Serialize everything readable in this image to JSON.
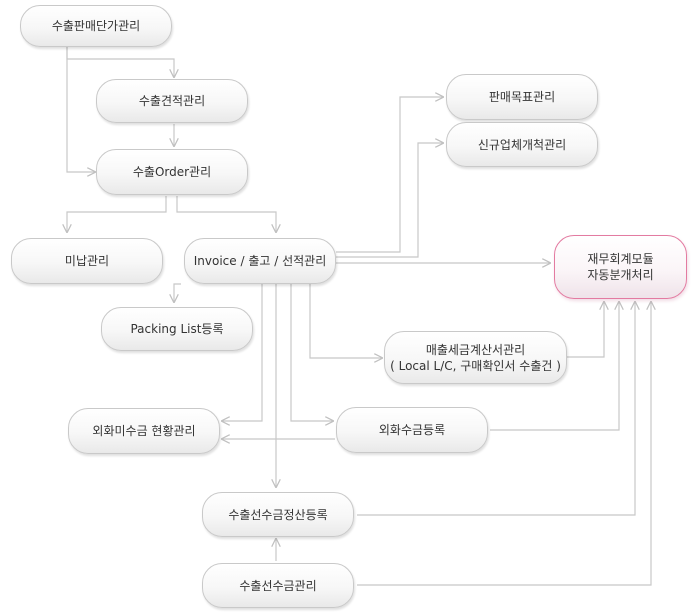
{
  "nodes": {
    "export_sales_price": "수출판매단가관리",
    "export_quote": "수출견적관리",
    "export_order": "수출Order관리",
    "undelivered": "미납관리",
    "invoice": "Invoice / 출고 / 선적관리",
    "packing_list": "Packing List등록",
    "sales_target": "판매목표관리",
    "new_company": "신규업체개척관리",
    "accounting_line1": "재무회계모듈",
    "accounting_line2": "자동분개처리",
    "tax_invoice_line1": "매출세금계산서관리",
    "tax_invoice_line2": "( Local L/C, 구매확인서 수출건 )",
    "fx_receivable": "외화미수금 현황관리",
    "fx_receipt": "외화수금등록",
    "advance_settlement": "수출선수금정산등록",
    "advance_receipt": "수출선수금관리"
  }
}
